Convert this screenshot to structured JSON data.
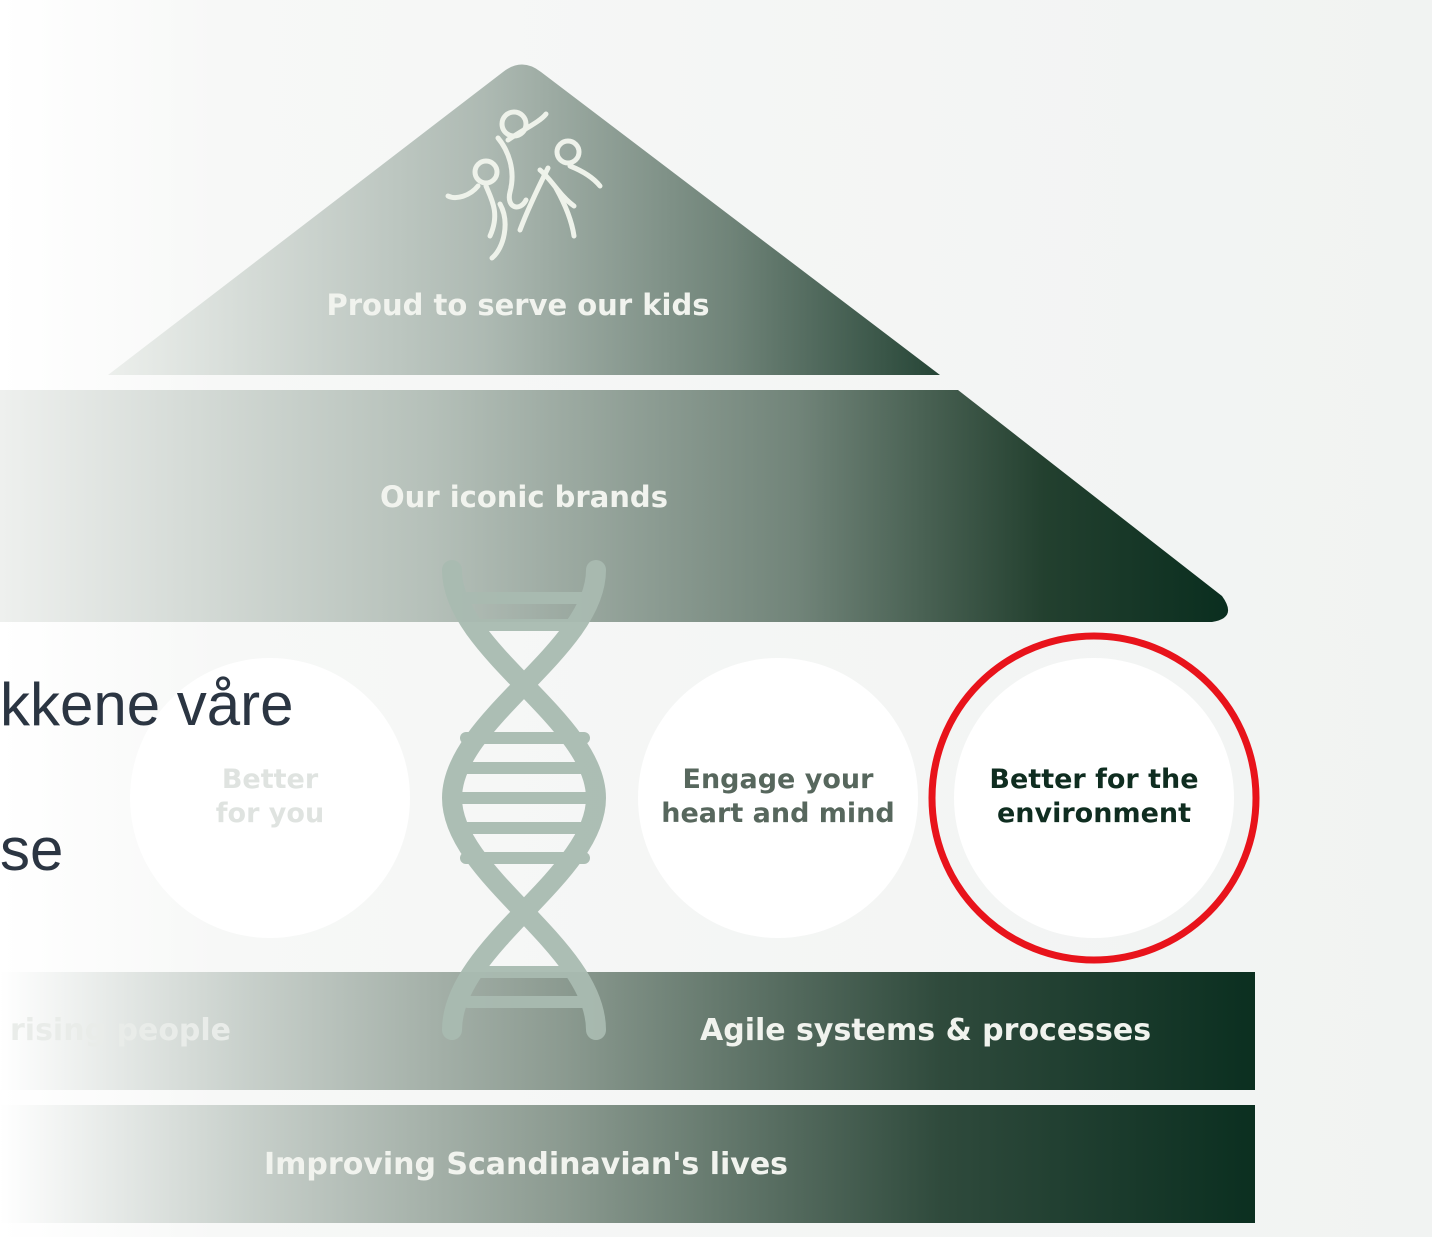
{
  "slide": {
    "background_text_line1": "kkene våre",
    "background_text_line2": "se"
  },
  "house": {
    "roof_label": "Proud to serve our kids",
    "brands_label": "Our iconic brands",
    "pillars": [
      {
        "label": "Better for you",
        "line1": "Better",
        "line2": "for you",
        "faded": true
      },
      {
        "label": "Engage your heart and mind",
        "line1": "Engage your",
        "line2": "heart and mind",
        "faded": false
      },
      {
        "label": "Better for the environment",
        "line1": "Better for the",
        "line2": "environment",
        "faded": false,
        "highlighted": true
      }
    ],
    "foundation_left_label": "rising people",
    "foundation_right_label": "Agile systems & processes",
    "base_label": "Improving Scandinavian's lives",
    "roof_icon": "dancing-kids-icon",
    "center_icon": "dna-helix-icon"
  },
  "colors": {
    "dark_green": "#0c3022",
    "mid_green": "#7f9187",
    "light_gray": "#e4e8e5",
    "highlight_red": "#e8131b"
  }
}
